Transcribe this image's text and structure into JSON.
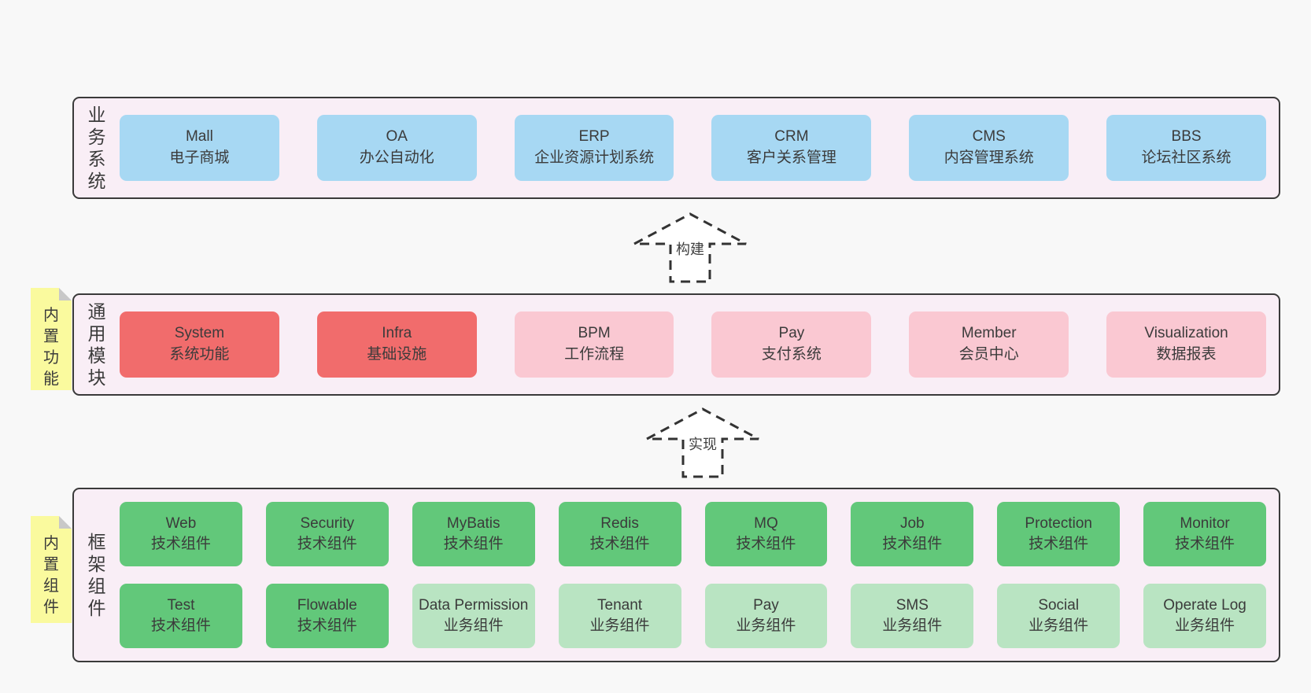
{
  "colors": {
    "page_bg": "#f8f8f8",
    "panel_bg": "#f9eef6",
    "panel_border": "#3a3a3a",
    "box_blue": "#a7d8f3",
    "box_red": "#f16c6c",
    "box_pink": "#fac8d2",
    "box_green_dark": "#62c87a",
    "box_green_light": "#b9e4c2",
    "note_yellow": "#fafa9e",
    "note_fold": "#c8c8c8",
    "text": "#3b3b3b",
    "arrow_stroke": "#333333"
  },
  "sections": [
    {
      "id": "business",
      "label": "业务系统",
      "boxes": [
        {
          "name": "Mall",
          "desc": "电子商城",
          "variant": "blue"
        },
        {
          "name": "OA",
          "desc": "办公自动化",
          "variant": "blue"
        },
        {
          "name": "ERP",
          "desc": "企业资源计划系统",
          "variant": "blue"
        },
        {
          "name": "CRM",
          "desc": "客户关系管理",
          "variant": "blue"
        },
        {
          "name": "CMS",
          "desc": "内容管理系统",
          "variant": "blue"
        },
        {
          "name": "BBS",
          "desc": "论坛社区系统",
          "variant": "blue"
        }
      ]
    },
    {
      "id": "modules",
      "label": "通用模块",
      "tag": "内置功能",
      "boxes": [
        {
          "name": "System",
          "desc": "系统功能",
          "variant": "red"
        },
        {
          "name": "Infra",
          "desc": "基础设施",
          "variant": "red"
        },
        {
          "name": "BPM",
          "desc": "工作流程",
          "variant": "pink"
        },
        {
          "name": "Pay",
          "desc": "支付系统",
          "variant": "pink"
        },
        {
          "name": "Member",
          "desc": "会员中心",
          "variant": "pink"
        },
        {
          "name": "Visualization",
          "desc": "数据报表",
          "variant": "pink"
        }
      ]
    },
    {
      "id": "framework",
      "label": "框架组件",
      "tag": "内置组件",
      "rows": [
        [
          {
            "name": "Web",
            "desc": "技术组件",
            "variant": "green-dark"
          },
          {
            "name": "Security",
            "desc": "技术组件",
            "variant": "green-dark"
          },
          {
            "name": "MyBatis",
            "desc": "技术组件",
            "variant": "green-dark"
          },
          {
            "name": "Redis",
            "desc": "技术组件",
            "variant": "green-dark"
          },
          {
            "name": "MQ",
            "desc": "技术组件",
            "variant": "green-dark"
          },
          {
            "name": "Job",
            "desc": "技术组件",
            "variant": "green-dark"
          },
          {
            "name": "Protection",
            "desc": "技术组件",
            "variant": "green-dark"
          },
          {
            "name": "Monitor",
            "desc": "技术组件",
            "variant": "green-dark"
          }
        ],
        [
          {
            "name": "Test",
            "desc": "技术组件",
            "variant": "green-dark"
          },
          {
            "name": "Flowable",
            "desc": "技术组件",
            "variant": "green-dark"
          },
          {
            "name": "Data Permission",
            "desc": "业务组件",
            "variant": "green-light"
          },
          {
            "name": "Tenant",
            "desc": "业务组件",
            "variant": "green-light"
          },
          {
            "name": "Pay",
            "desc": "业务组件",
            "variant": "green-light"
          },
          {
            "name": "SMS",
            "desc": "业务组件",
            "variant": "green-light"
          },
          {
            "name": "Social",
            "desc": "业务组件",
            "variant": "green-light"
          },
          {
            "name": "Operate Log",
            "desc": "业务组件",
            "variant": "green-light"
          }
        ]
      ]
    }
  ],
  "arrows": [
    {
      "label": "构建"
    },
    {
      "label": "实现"
    }
  ]
}
